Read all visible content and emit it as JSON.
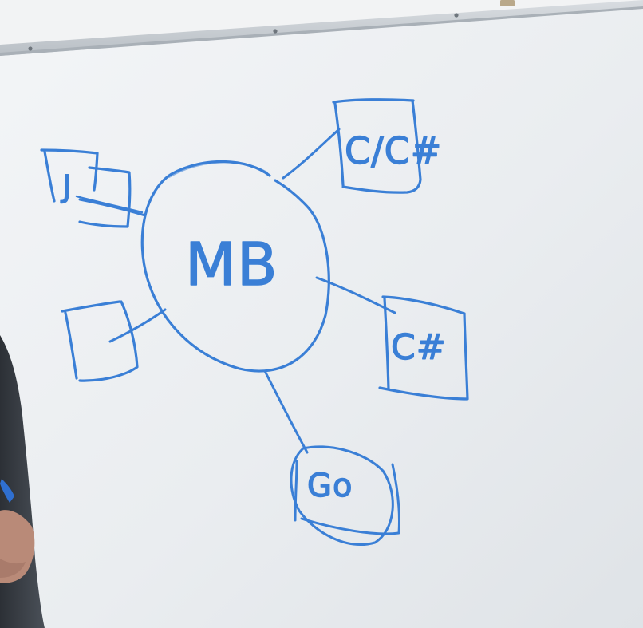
{
  "whiteboard": {
    "center_label": "MB",
    "nodes": [
      {
        "id": "top-right",
        "label": "C/C#"
      },
      {
        "id": "right",
        "label": "C#"
      },
      {
        "id": "bottom",
        "label": "Go"
      },
      {
        "id": "top-left",
        "label": "J"
      },
      {
        "id": "left",
        "label": ""
      }
    ]
  },
  "colors": {
    "ink": "#3a7fd6",
    "board": "#eceff2",
    "frame": "#c9ced3"
  }
}
